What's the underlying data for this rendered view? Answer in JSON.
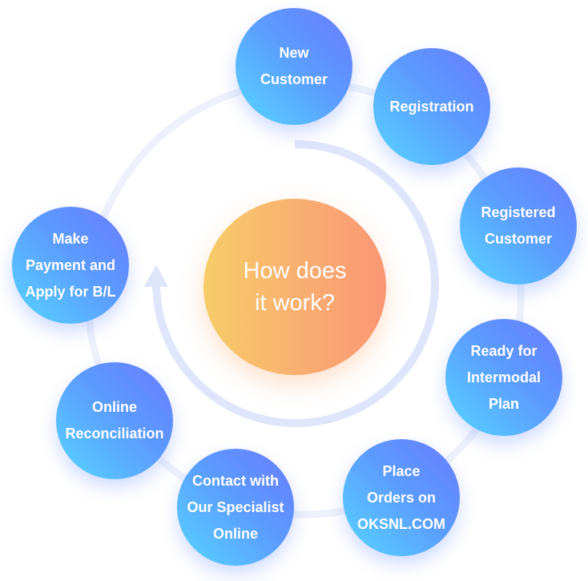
{
  "center": {
    "line1": "How does",
    "line2": "it work?"
  },
  "steps": [
    {
      "lines": [
        "New",
        "Customer"
      ]
    },
    {
      "lines": [
        "Registration"
      ]
    },
    {
      "lines": [
        "Registered",
        "Customer"
      ]
    },
    {
      "lines": [
        "Ready for",
        "Intermodal",
        "Plan"
      ]
    },
    {
      "lines": [
        "Place",
        "Orders on",
        "OKSNL.COM"
      ]
    },
    {
      "lines": [
        "Contact with",
        "Our Specialist",
        "Online"
      ]
    },
    {
      "lines": [
        "Online",
        "Reconciliation"
      ]
    },
    {
      "lines": [
        "Make",
        "Payment and",
        "Apply for B/L"
      ]
    }
  ],
  "colors": {
    "circle_gradient": [
      "#6a7bff",
      "#5b9bff",
      "#57d6ff"
    ],
    "center_gradient": [
      "#f7cd68",
      "#f8b070",
      "#fb9675"
    ],
    "ring": "#eef1fb",
    "arrow": "#dfe5fb"
  }
}
